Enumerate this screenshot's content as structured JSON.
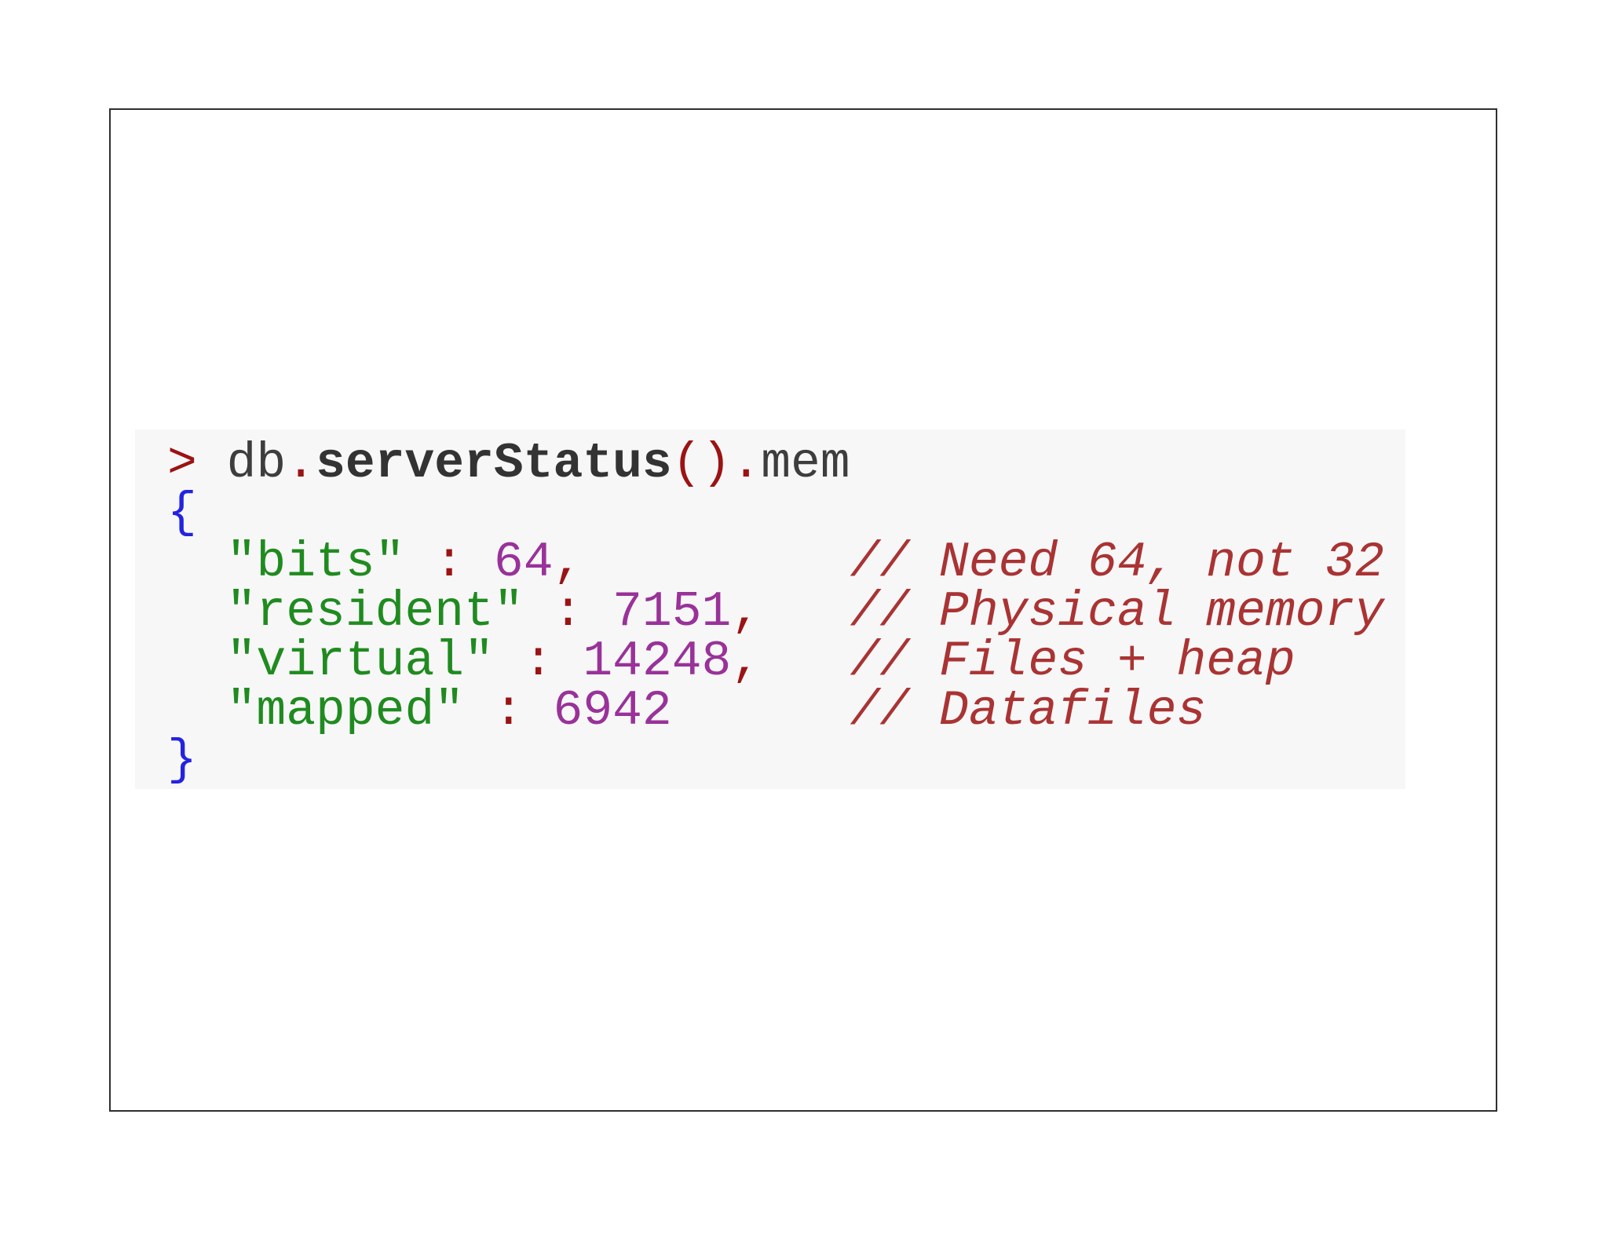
{
  "slide": {
    "background": "#ffffff",
    "frame_border_color": "#2f2f2f",
    "code_background": "#f7f7f8"
  },
  "colors": {
    "prompt": "#9b1313",
    "plain": "#3d3d3d",
    "method": "#333333",
    "punct": "#9b1313",
    "brace": "#2323e0",
    "key": "#1f8b1f",
    "number": "#993299",
    "comment": "#aa3333"
  },
  "code": {
    "lines": [
      {
        "tokens": [
          {
            "type": "prompt",
            "text": "> "
          },
          {
            "type": "plain",
            "text": "db"
          },
          {
            "type": "punct",
            "text": "."
          },
          {
            "type": "method",
            "text": "serverStatus"
          },
          {
            "type": "punct",
            "text": "()"
          },
          {
            "type": "punct",
            "text": "."
          },
          {
            "type": "plain",
            "text": "mem"
          }
        ]
      },
      {
        "tokens": [
          {
            "type": "brace",
            "text": "{"
          }
        ]
      },
      {
        "tokens": [
          {
            "type": "plain",
            "text": "  "
          },
          {
            "type": "key",
            "text": "\"bits\""
          },
          {
            "type": "plain",
            "text": " "
          },
          {
            "type": "punct",
            "text": ":"
          },
          {
            "type": "plain",
            "text": " "
          },
          {
            "type": "number",
            "text": "64"
          },
          {
            "type": "punct",
            "text": ","
          },
          {
            "type": "plain",
            "text": "         "
          },
          {
            "type": "comment",
            "text": "// Need 64, not 32"
          }
        ]
      },
      {
        "tokens": [
          {
            "type": "plain",
            "text": "  "
          },
          {
            "type": "key",
            "text": "\"resident\""
          },
          {
            "type": "plain",
            "text": " "
          },
          {
            "type": "punct",
            "text": ":"
          },
          {
            "type": "plain",
            "text": " "
          },
          {
            "type": "number",
            "text": "7151"
          },
          {
            "type": "punct",
            "text": ","
          },
          {
            "type": "plain",
            "text": "   "
          },
          {
            "type": "comment",
            "text": "// Physical memory"
          }
        ]
      },
      {
        "tokens": [
          {
            "type": "plain",
            "text": "  "
          },
          {
            "type": "key",
            "text": "\"virtual\""
          },
          {
            "type": "plain",
            "text": " "
          },
          {
            "type": "punct",
            "text": ":"
          },
          {
            "type": "plain",
            "text": " "
          },
          {
            "type": "number",
            "text": "14248"
          },
          {
            "type": "punct",
            "text": ","
          },
          {
            "type": "plain",
            "text": "   "
          },
          {
            "type": "comment",
            "text": "// Files + heap"
          }
        ]
      },
      {
        "tokens": [
          {
            "type": "plain",
            "text": "  "
          },
          {
            "type": "key",
            "text": "\"mapped\""
          },
          {
            "type": "plain",
            "text": " "
          },
          {
            "type": "punct",
            "text": ":"
          },
          {
            "type": "plain",
            "text": " "
          },
          {
            "type": "number",
            "text": "6942"
          },
          {
            "type": "plain",
            "text": "      "
          },
          {
            "type": "comment",
            "text": "// Datafiles"
          }
        ]
      },
      {
        "tokens": [
          {
            "type": "brace",
            "text": "}"
          }
        ]
      }
    ]
  }
}
